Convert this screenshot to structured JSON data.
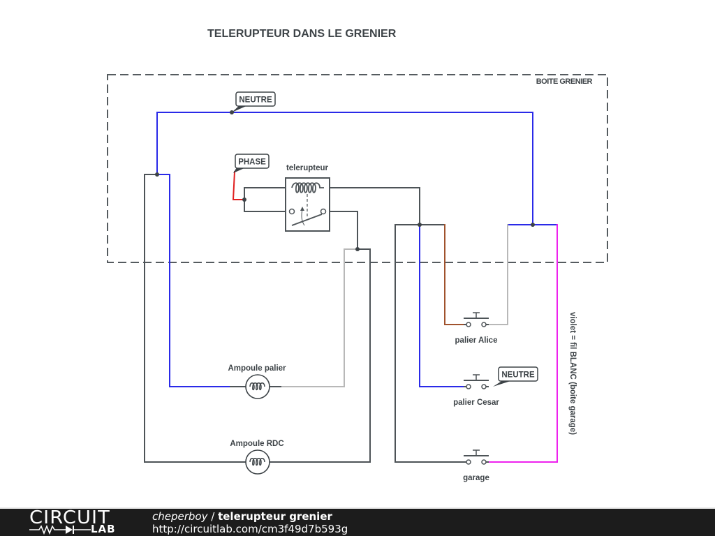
{
  "diagram": {
    "title": "TELERUPTEUR DANS LE GRENIER",
    "box_label": "BOITE GRENIER",
    "tags": {
      "neutre_top": "NEUTRE",
      "phase": "PHASE",
      "neutre_cesar": "NEUTRE"
    },
    "components": {
      "telerupteur": "telerupteur",
      "lamp_palier": "Ampoule palier",
      "lamp_rdc": "Ampoule RDC",
      "switch_alice": "palier Alice",
      "switch_cesar": "palier Cesar",
      "switch_garage": "garage"
    },
    "note": "violet = fil BLANC (boite garage)",
    "wire_colors": {
      "neutral": "#2a2ae8",
      "phase": "#e02020",
      "default": "#4d5357",
      "grey": "#b8b8b8",
      "brown": "#a0522d",
      "violet": "#ee22ee"
    }
  },
  "footer": {
    "logo_top": "CIRCUIT",
    "logo_bottom": "LAB",
    "author": "cheperboy",
    "separator": " / ",
    "circuit_name": "telerupteur grenier",
    "url": "http://circuitlab.com/cm3f49d7b593g"
  }
}
